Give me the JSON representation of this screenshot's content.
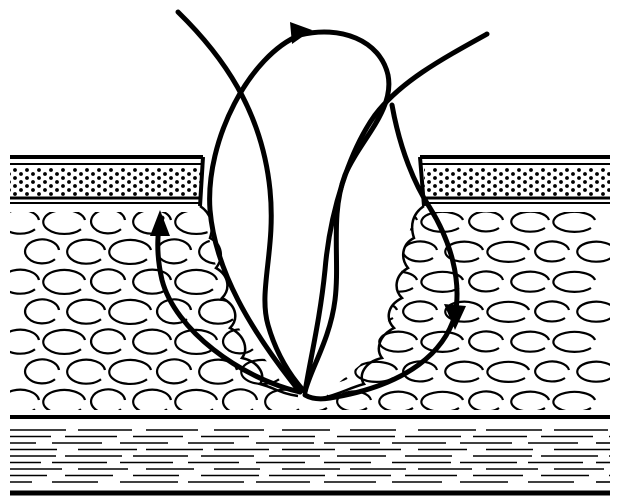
{
  "diagram": {
    "kind": "schematic",
    "colors": {
      "ink": "#000000",
      "background": "#ffffff"
    },
    "layers": [
      {
        "id": "top-dotted-layer",
        "pattern": "dots"
      },
      {
        "id": "middle-loop-layer",
        "pattern": "loops"
      },
      {
        "id": "bottom-lined-layer",
        "pattern": "horizontal-lines"
      }
    ],
    "arrows": [
      {
        "id": "flap-arrow-top",
        "direction": "right"
      },
      {
        "id": "flap-arrow-left",
        "direction": "up"
      },
      {
        "id": "flap-arrow-right",
        "direction": "down"
      }
    ],
    "labels": []
  }
}
